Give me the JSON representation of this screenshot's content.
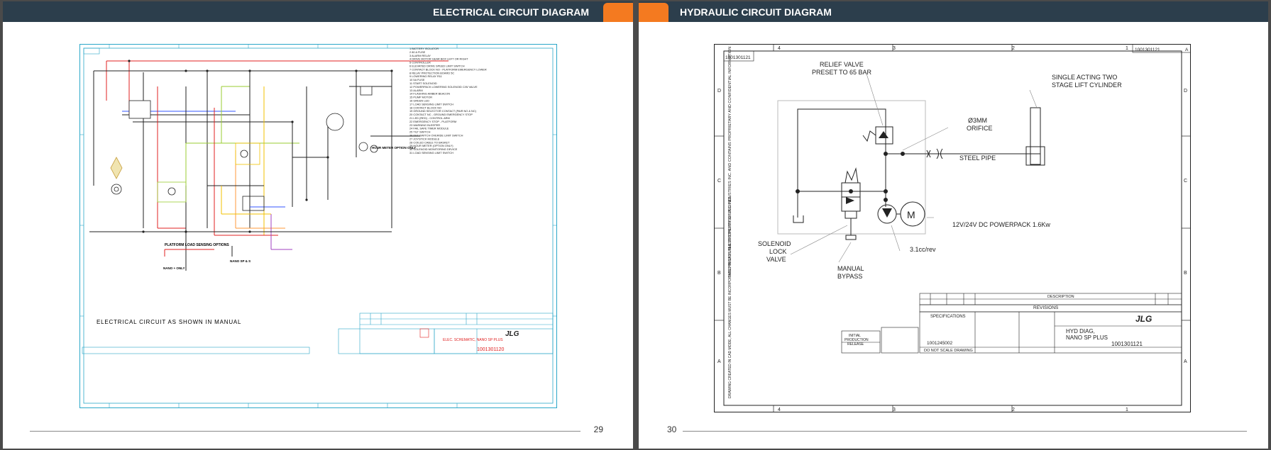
{
  "left_page": {
    "header_title": "ELECTRICAL CIRCUIT DIAGRAM",
    "page_number": "29",
    "drawing": {
      "caption": "ELECTRICAL CIRCUIT AS SHOWN IN MANUAL",
      "title_block_title": "ELEC. SCHEMATIC, NANO SP PLUS",
      "drawing_number": "1001301120",
      "brand": "JLG",
      "platform_label": "PLATFORM LOAD SENSING OPTIONS",
      "legend": [
        "1  BATTERY ISOLATOR",
        "2  80 A FUSE",
        "3  ALARM RELAY",
        "4  DRIVE MOTOR GEAR BOX LEFT OR RIGHT",
        "5  CONTROLLER",
        "6  ELEVATED DRIVE SPEED LIMIT SWITCH",
        "7  CONTACT BLOCK NO - PLATFORM EMERGENCY LOWER",
        "8  RELAY PROTECTION BOARD 5C",
        "9  LOWERING RELAY R11",
        "10  5A FUSE",
        "11  START SOLENOID",
        "12  POWERPACK LOWERING SOLENOID C/W VALVE",
        "13  ALARM",
        "14  FLASHING AMBER BEACON",
        "15  PUMP MOTOR",
        "16  GREEN LED",
        "17  LOAD SENSING LIMIT SWITCH",
        "18  CONTACT BLOCK NO",
        "19  GROUND SELECTOR CONTACT (PAIR NO & NC)",
        "20  CONTACT NC - GROUND EMERGENCY STOP",
        "21  LED (RED) - CONTROL ARM",
        "22  EMERGENCY STOP - PLATFORM",
        "23  WARNING BLEEPER",
        "24  FAIL SAFE TIMER MODULE",
        "25  TILT SWITCH",
        "26  TILT SWITCH OVERIDE LIMIT SWITCH",
        "27  JOYSTICK MODULE",
        "28  COILED CABLE TO BASKET",
        "29  HOUR METER (OPTION ONLY)",
        "30  SOLENOID MONITORING DEVICE",
        "31  LOAD SENSING LIMIT SWITCH"
      ],
      "labels": {
        "option_label": "HOUR METER OPTION ONLY",
        "nano_label": "NANO + ONLY",
        "nano_sp_label": "NANO SP & S"
      }
    }
  },
  "right_page": {
    "header_title": "HYDRAULIC CIRCUIT DIAGRAM",
    "page_number": "30",
    "drawing": {
      "drawing_number": "1001301121",
      "rev": "A",
      "relief_valve": "RELIEF VALVE",
      "relief_preset": "PRESET TO 65 BAR",
      "cylinder_line1": "SINGLE ACTING TWO",
      "cylinder_line2": "STAGE LIFT CYLINDER",
      "orifice_line1": "Ø3MM",
      "orifice_line2": "ORIFICE",
      "steel_pipe": "STEEL PIPE",
      "powerpack": "12V/24V DC POWERPACK 1.6Kw",
      "displacement": "3.1cc/rev",
      "solenoid_line1": "SOLENOID",
      "solenoid_line2": "LOCK",
      "solenoid_line3": "VALVE",
      "manual_line1": "MANUAL",
      "manual_line2": "BYPASS",
      "motor_letter": "M",
      "title_line1": "HYD DIAG,",
      "title_line2": "NANO SP PLUS",
      "brand": "JLG",
      "revisions": "REVISIONS",
      "description": "DESCRIPTION",
      "specifications": "SPECIFICATIONS",
      "initial_release_1": "INITIAL",
      "initial_release_2": "PRODUCTION",
      "initial_release_3": "RELEASE",
      "next_assy": "1001245002",
      "do_not_scale": "DO NOT SCALE DRAWING",
      "cad_note": "DRAWING CREATED IN CAD MODE, ALL CHANGES MUST BE INCORPORATED IN CAD UNLESS OTHERWISE SPECIFIED.",
      "prop_note": "THIS PRINT IS THE PROPERTY OF JLG INDUSTRIES INC. AND CONTAINS PROPRIETARY AND CONFIDENTIAL INFORMATION"
    }
  }
}
